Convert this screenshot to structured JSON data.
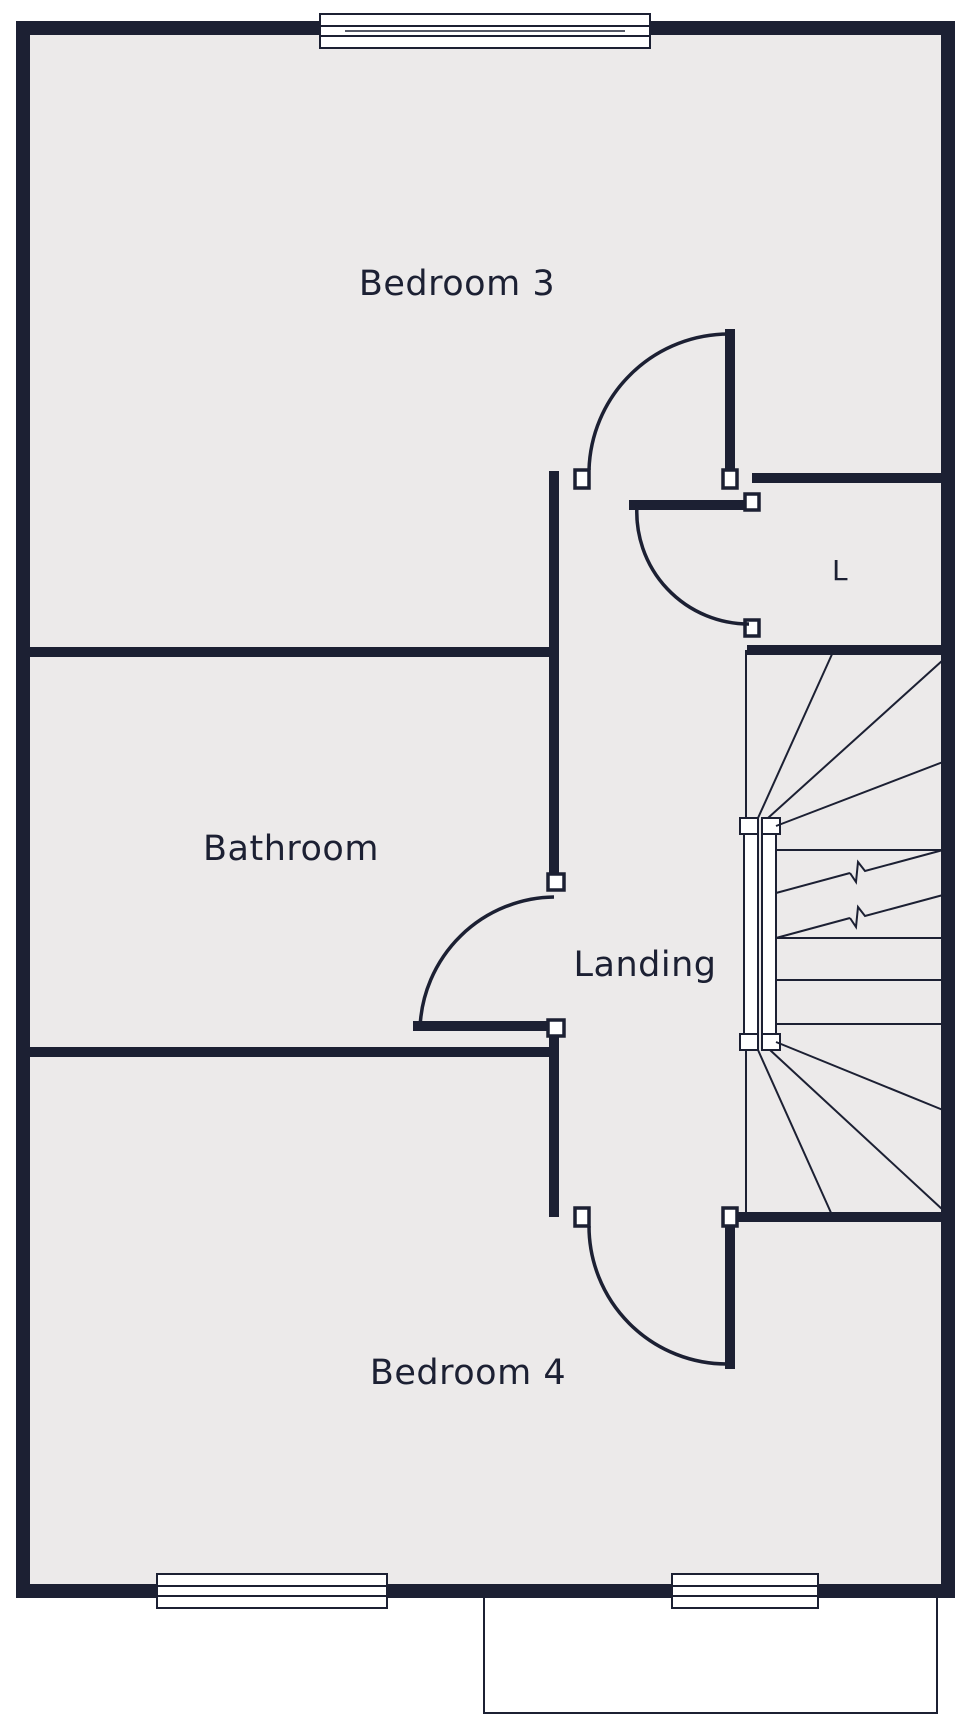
{
  "colors": {
    "floor": "#eceaea",
    "wall": "#1c2033",
    "background": "#ffffff"
  },
  "rooms": {
    "bedroom3": "Bedroom 3",
    "bathroom": "Bathroom",
    "landing": "Landing",
    "linen": "L",
    "bedroom4": "Bedroom 4"
  }
}
